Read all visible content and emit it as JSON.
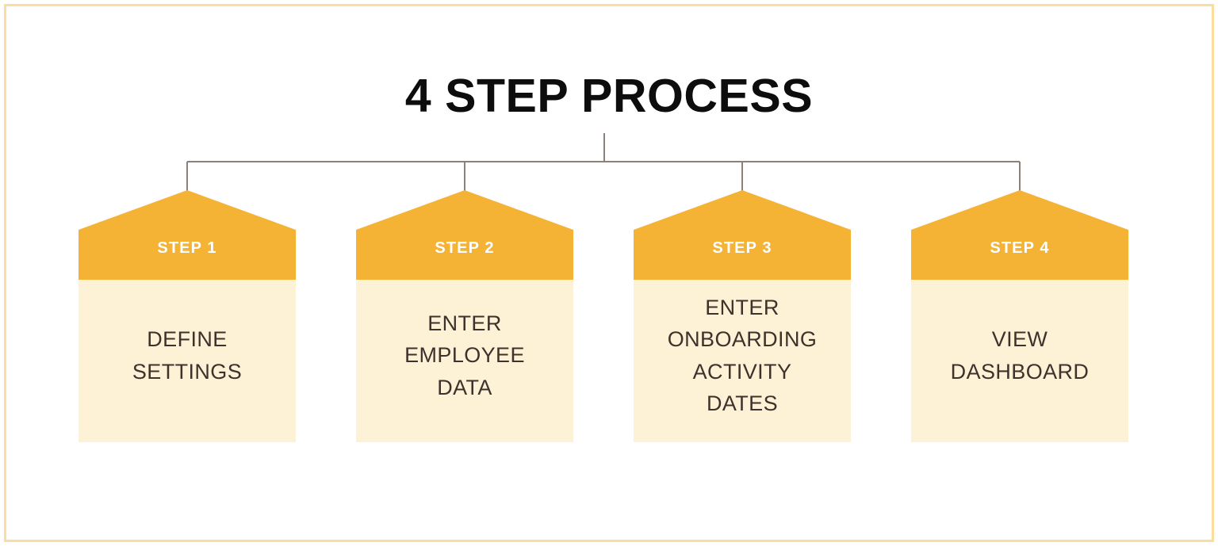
{
  "page": {
    "title": "4 STEP PROCESS",
    "border_color": "#FCDDA0",
    "background": "#ffffff"
  },
  "theme": {
    "roof_color": "#F5B335",
    "body_color": "#FDF1D6",
    "label_color": "#FFFFFF",
    "body_text_color": "#3D322C",
    "title_color": "#0D0D0D",
    "connector_color": "#8C8078"
  },
  "diagram": {
    "type": "process-flow",
    "orientation": "horizontal",
    "step_count": 4,
    "steps": [
      {
        "label": "STEP 1",
        "lines": [
          "DEFINE",
          "SETTINGS"
        ]
      },
      {
        "label": "STEP 2",
        "lines": [
          "ENTER",
          "EMPLOYEE",
          "DATA"
        ]
      },
      {
        "label": "STEP 3",
        "lines": [
          "ENTER",
          "ONBOARDING",
          "ACTIVITY",
          "DATES"
        ]
      },
      {
        "label": "STEP 4",
        "lines": [
          "VIEW",
          "DASHBOARD"
        ]
      }
    ]
  }
}
